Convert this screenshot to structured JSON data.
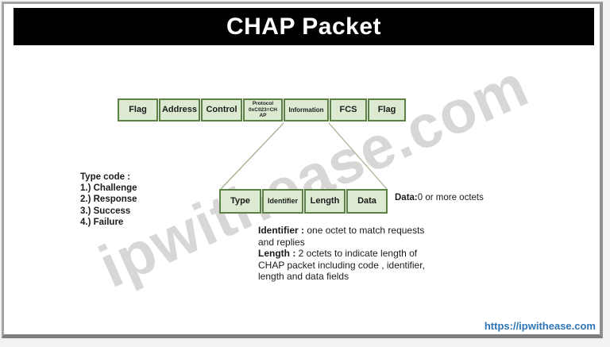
{
  "title": "CHAP Packet",
  "watermark": "ipwithease.com",
  "footer": {
    "link": "https://ipwithease.com"
  },
  "ppp_frame": {
    "fields": [
      {
        "label": "Flag"
      },
      {
        "label": "Address"
      },
      {
        "label": "Control"
      },
      {
        "lines": [
          "Protocol",
          "0xC023=CH",
          "AP"
        ]
      },
      {
        "label": "Information"
      },
      {
        "label": "FCS"
      },
      {
        "label": "Flag"
      }
    ]
  },
  "chap_packet": {
    "fields": [
      {
        "label": "Type"
      },
      {
        "label": "Identifier"
      },
      {
        "label": "Length"
      },
      {
        "label": "Data"
      }
    ],
    "data_note": {
      "label": "Data:",
      "text": "0 or more octets"
    }
  },
  "type_code": {
    "heading": "Type code :",
    "items": [
      "1.) Challenge",
      "2.) Response",
      "3.) Success",
      "4.) Failure"
    ]
  },
  "notes": [
    {
      "label": "Identifier :",
      "text": " one octet to match requests and replies"
    },
    {
      "label": "Length :",
      "text": " 2 octets to indicate length of CHAP packet including code , identifier, length and data fields"
    }
  ],
  "colors": {
    "box_fill": "#dcead2",
    "box_border": "#5c8145",
    "header_bg": "#000000",
    "header_text": "#ffffff",
    "link": "#2e75b6",
    "watermark_gray": "#c9c6c1"
  }
}
